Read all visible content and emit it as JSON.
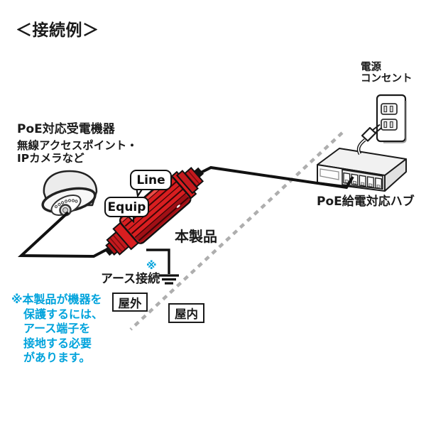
{
  "title": "＜接続例＞",
  "colors": {
    "product_red": "#d81e20",
    "product_red_dark": "#a01016",
    "note_blue": "#00a3dc",
    "cable_black": "#111111",
    "boundary_gray": "#aeaeae"
  },
  "outlet": {
    "label": "電源\nコンセント"
  },
  "hub": {
    "label": "PoE給電対応ハブ"
  },
  "receiver": {
    "title": "PoE対応受電機器",
    "subtitle": "無線アクセスポイント・\nIPカメラなど"
  },
  "product": {
    "label": "本製品",
    "line_tag": "Line",
    "equip_tag": "Equip"
  },
  "ground": {
    "label": "アース接続",
    "mark": "※"
  },
  "zones": {
    "outdoor": "屋外",
    "indoor": "屋内"
  },
  "footnote": "※本製品が機器を\n保護するには、\nアース端子を\n接地する必要\nがあります。"
}
